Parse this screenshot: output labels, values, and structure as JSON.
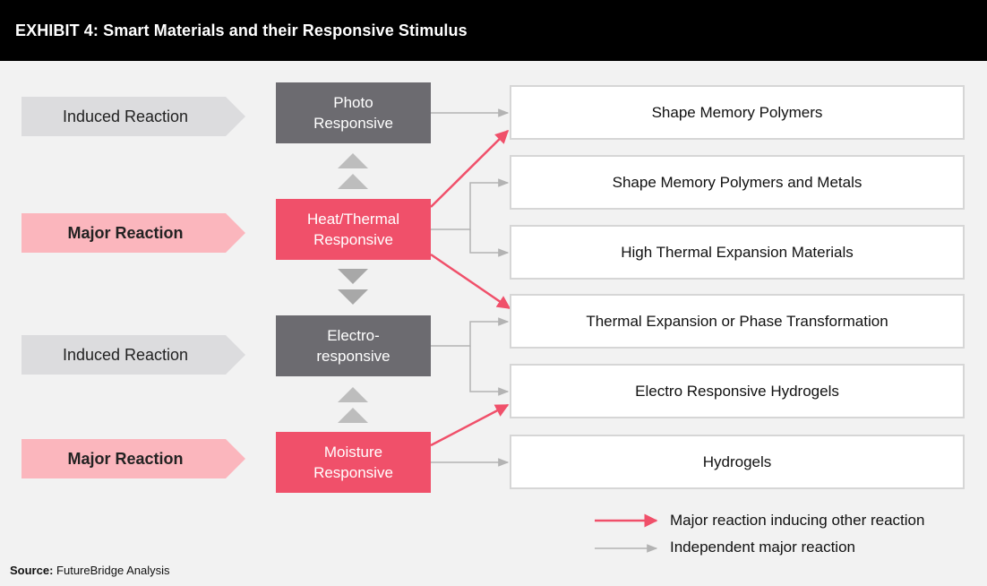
{
  "title": "EXHIBIT 4: Smart Materials and their Responsive Stimulus",
  "reaction_labels": [
    {
      "text": "Induced Reaction",
      "kind": "induced"
    },
    {
      "text": "Major Reaction",
      "kind": "major"
    },
    {
      "text": "Induced Reaction",
      "kind": "induced"
    },
    {
      "text": "Major Reaction",
      "kind": "major"
    }
  ],
  "stimuli": [
    {
      "text": "Photo\nResponsive",
      "kind": "induced"
    },
    {
      "text": "Heat/Thermal\nResponsive",
      "kind": "major"
    },
    {
      "text": "Electro-\nresponsive",
      "kind": "induced"
    },
    {
      "text": "Moisture\nResponsive",
      "kind": "major"
    }
  ],
  "materials": [
    "Shape Memory Polymers",
    "Shape Memory Polymers and Metals",
    "High Thermal Expansion Materials",
    "Thermal Expansion or Phase Transformation",
    "Electro Responsive Hydrogels",
    "Hydrogels"
  ],
  "legend": {
    "major": "Major reaction inducing other reaction",
    "independent": "Independent major reaction"
  },
  "source": {
    "label": "Source:",
    "text": "FutureBridge Analysis"
  },
  "colors": {
    "major": "#f0506a",
    "major_light": "#fbb6bd",
    "induced": "#6c6b70",
    "induced_light": "#dcdcde",
    "connector": "#b3b3b3"
  }
}
